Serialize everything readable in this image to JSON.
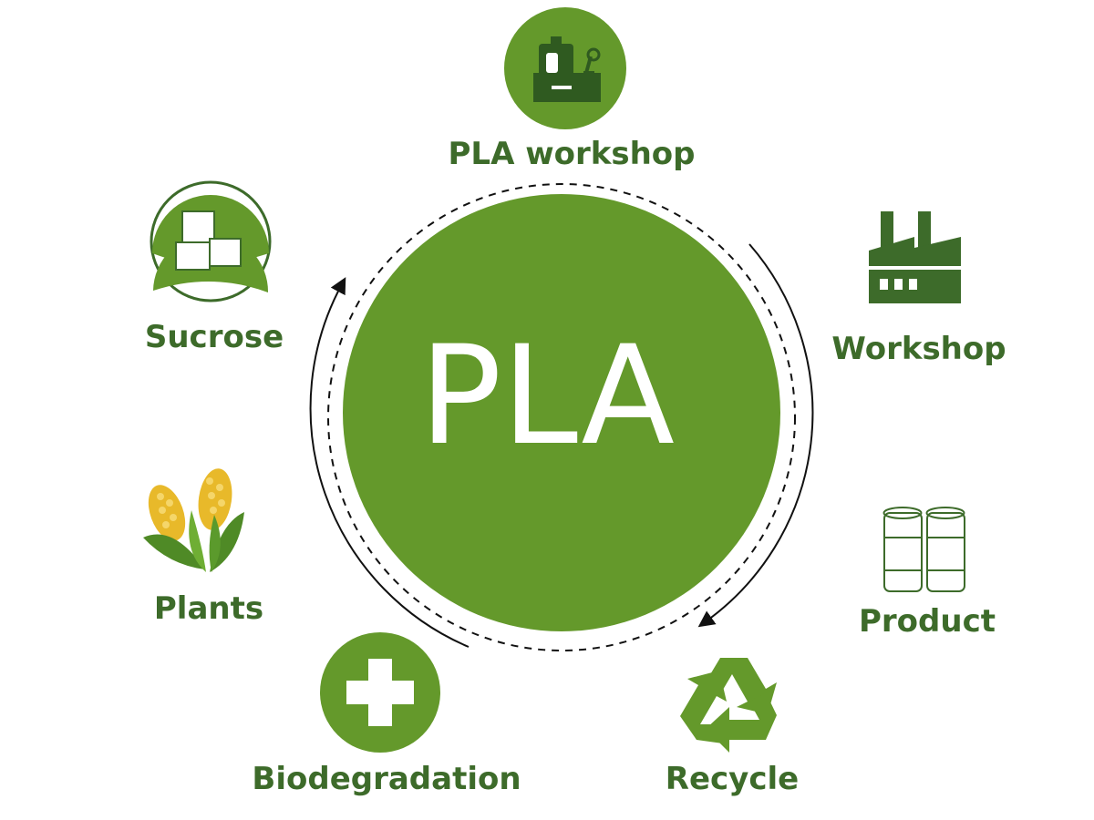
{
  "center": {
    "label": "PLA"
  },
  "nodes": {
    "pla_workshop": {
      "label": "PLA workshop",
      "icon": "machine-icon"
    },
    "workshop": {
      "label": "Workshop",
      "icon": "factory-icon"
    },
    "product": {
      "label": "Product",
      "icon": "rolls-icon"
    },
    "recycle": {
      "label": "Recycle",
      "icon": "recycle-icon"
    },
    "biodegradation": {
      "label": "Biodegradation",
      "icon": "plus-icon"
    },
    "plants": {
      "label": "Plants",
      "icon": "corn-icon"
    },
    "sucrose": {
      "label": "Sucrose",
      "icon": "sugar-cubes-icon"
    }
  },
  "colors": {
    "primary_green": "#64992b",
    "dark_green": "#3d6b2a",
    "corn_yellow": "#e8b92a",
    "line": "#111111"
  }
}
